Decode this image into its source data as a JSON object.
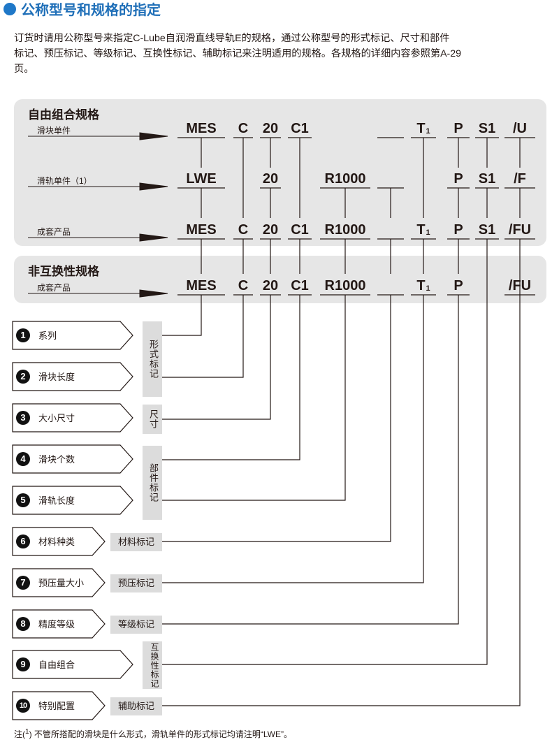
{
  "heading": {
    "title": "公称型号和规格的指定",
    "intro_line1": "订货时请用公称型号来指定C-Lube自润滑直线导轨E的规格，通过公称型号的形式标记、尺寸和部件",
    "intro_line2": "标记、预压标记、等级标记、互换性标记、辅助标记来注明适用的规格。各规格的详细内容参照第A-29",
    "intro_line3": "页。"
  },
  "free_combo": {
    "title": "自由组合规格",
    "rows": [
      {
        "label": "滑块单件",
        "codes": [
          "MES",
          "C",
          "20",
          "C1",
          "",
          "",
          "T",
          "P",
          "S1",
          "/U"
        ]
      },
      {
        "label": "滑轨单件（1）",
        "codes": [
          "LWE",
          "",
          "20",
          "",
          "R1000",
          "",
          "",
          "P",
          "S1",
          "/F"
        ]
      },
      {
        "label": "成套产品",
        "codes": [
          "MES",
          "C",
          "20",
          "C1",
          "R1000",
          "",
          "T",
          "P",
          "S1",
          "/FU"
        ]
      }
    ]
  },
  "non_interchangeable": {
    "title": "非互换性规格",
    "rows": [
      {
        "label": "成套产品",
        "codes": [
          "MES",
          "C",
          "20",
          "C1",
          "R1000",
          "",
          "T",
          "P",
          "",
          "/FU"
        ]
      }
    ]
  },
  "t_subscript": "1",
  "items": [
    {
      "num": "1",
      "label": "系列"
    },
    {
      "num": "2",
      "label": "滑块长度"
    },
    {
      "num": "3",
      "label": "大小尺寸"
    },
    {
      "num": "4",
      "label": "滑块个数"
    },
    {
      "num": "5",
      "label": "滑轨长度"
    },
    {
      "num": "6",
      "label": "材料种类"
    },
    {
      "num": "7",
      "label": "预压量大小"
    },
    {
      "num": "8",
      "label": "精度等级"
    },
    {
      "num": "9",
      "label": "自由组合"
    },
    {
      "num": "10",
      "label": "特别配置"
    }
  ],
  "groups": {
    "form_mark": "形式标记",
    "size_mark": "尺寸",
    "part_mark": "部件标记",
    "material_mark": "材料标记",
    "preload_mark": "预压标记",
    "grade_mark": "等级标记",
    "interchange_mark": "互换性标记",
    "auxiliary_mark": "辅助标记"
  },
  "note": {
    "prefix": "注(",
    "sup": "1",
    "text": ") 不管所搭配的滑块是什么形式，滑轨单件的形式标记均请注明“LWE”。"
  },
  "colors": {
    "accent": "#1f6fb8",
    "panel": "#e6e6e6",
    "box": "#dcdcdc"
  }
}
